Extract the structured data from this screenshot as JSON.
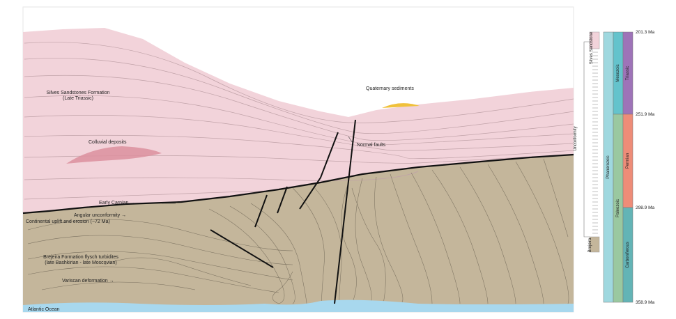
{
  "section": {
    "labels": {
      "sandstones": [
        "Silves Sandstones Formation",
        "(Late Triassic)"
      ],
      "quaternary": "Quaternary sediments",
      "colluvial": "Colluvial deposits",
      "normal_faults": "Normal faults",
      "early_carnian": "Early Carnian →",
      "angular": "Angular unconformity →",
      "uplift": "Continental uplift and erosion (~72 Ma)",
      "brejeira": [
        "Brejeira Formation flysch turbidites",
        "(late Bashkirian - late Moscovian)"
      ],
      "variscan": "Variscan deformation →",
      "ocean": "Atlantic Ocean"
    }
  },
  "timescale": {
    "silves_label": "Silves Sandstone",
    "unconformity_label": "Unconformity",
    "brejeira_label": "Brejeira",
    "eon": "Phanerozoic",
    "eras": [
      "Mesozoic",
      "Paleozoic"
    ],
    "periods": [
      "Triassic",
      "Permian",
      "Carboniferous"
    ],
    "ages": [
      "201.3 Ma",
      "251.9 Ma",
      "298.9 Ma",
      "358.9 Ma"
    ]
  },
  "colors": {
    "triassic_rock": "#f2d3da",
    "flysch_rock": "#c4b69b",
    "ocean": "#a8d8ee",
    "quaternary": "#f0c13c",
    "colluvial": "#dc8f9e",
    "phanerozoic": "#9fd8df",
    "mesozoic": "#64c3cc",
    "paleozoic": "#9ac8a0",
    "triassic": "#9e73b8",
    "permian": "#ee8c78",
    "carboniferous": "#63b4b6"
  }
}
